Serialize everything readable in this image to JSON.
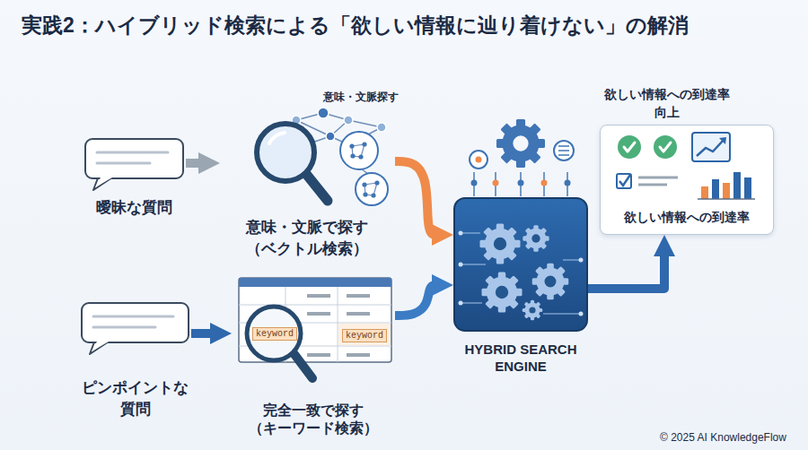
{
  "diagram": {
    "title": "実践2：ハイブリッド検索による「欲しい情報に辿り着けない」の解消",
    "nodes": [
      {
        "text": [
          "曖昧な質問"
        ]
      },
      {
        "text": [
          "意味・文脈で探す （ベクトル検索）"
        ]
      },
      {
        "text": [
          "ピンポイントな 質問"
        ]
      },
      {
        "text": [
          "完全一致で探す （キーワード検索）"
        ]
      },
      {
        "text": [
          "HYBRID SEARCH ENGINE"
        ]
      },
      {
        "text": [
          "欲しい情報への到達率 向上",
          "欲しい情報への到達率"
        ]
      }
    ],
    "edges": [
      {
        "from": 0,
        "to": 1,
        "arrow": "to"
      },
      {
        "from": 2,
        "to": 3,
        "arrow": "to"
      },
      {
        "from": 1,
        "to": 4,
        "arrow": "to"
      },
      {
        "from": 3,
        "to": 4,
        "arrow": "to"
      },
      {
        "from": 4,
        "to": 5,
        "arrow": "to"
      }
    ],
    "labels": [
      "意味・文脈探す",
      "keyword",
      "keyword",
      "© 2025 AI KnowledgeFlow"
    ]
  }
}
